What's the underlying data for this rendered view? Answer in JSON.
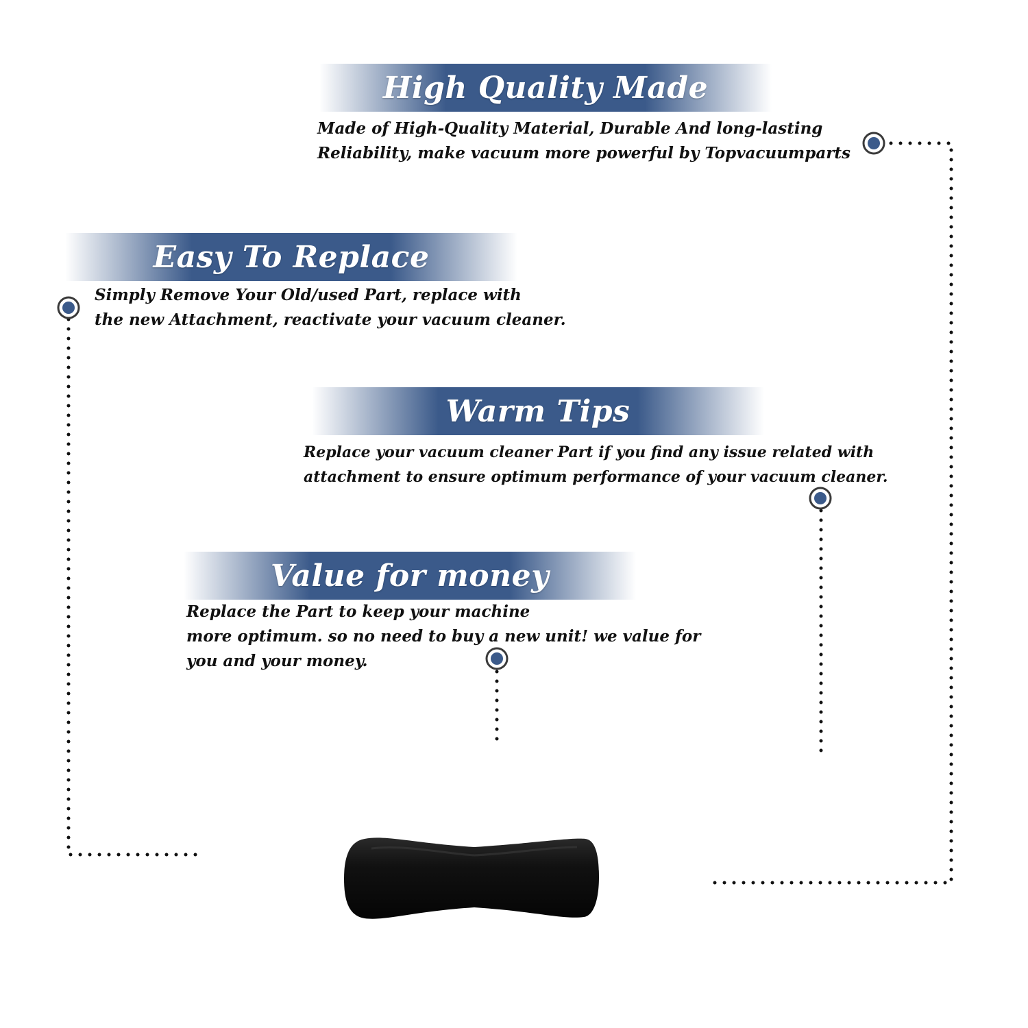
{
  "accent_color": "#3b5a8a",
  "sections": [
    {
      "title": "High Quality Made",
      "lines": [
        "Made of  High-Quality Material, Durable And long-lasting",
        "Reliability, make vacuum more powerful by Topvacuumparts"
      ]
    },
    {
      "title": "Easy To Replace",
      "lines": [
        "Simply Remove Your Old/used Part, replace with",
        "the new Attachment, reactivate your vacuum cleaner."
      ]
    },
    {
      "title": "Warm Tips",
      "lines": [
        "Replace your vacuum cleaner Part if you find any issue related with",
        " attachment to ensure optimum performance of your vacuum cleaner."
      ]
    },
    {
      "title": "Value for money",
      "lines": [
        "Replace the Part to keep your machine",
        "more optimum. so no need to buy a new unit! we value for",
        "you and your money."
      ]
    }
  ],
  "product_image": "black-foam-handle-grip"
}
